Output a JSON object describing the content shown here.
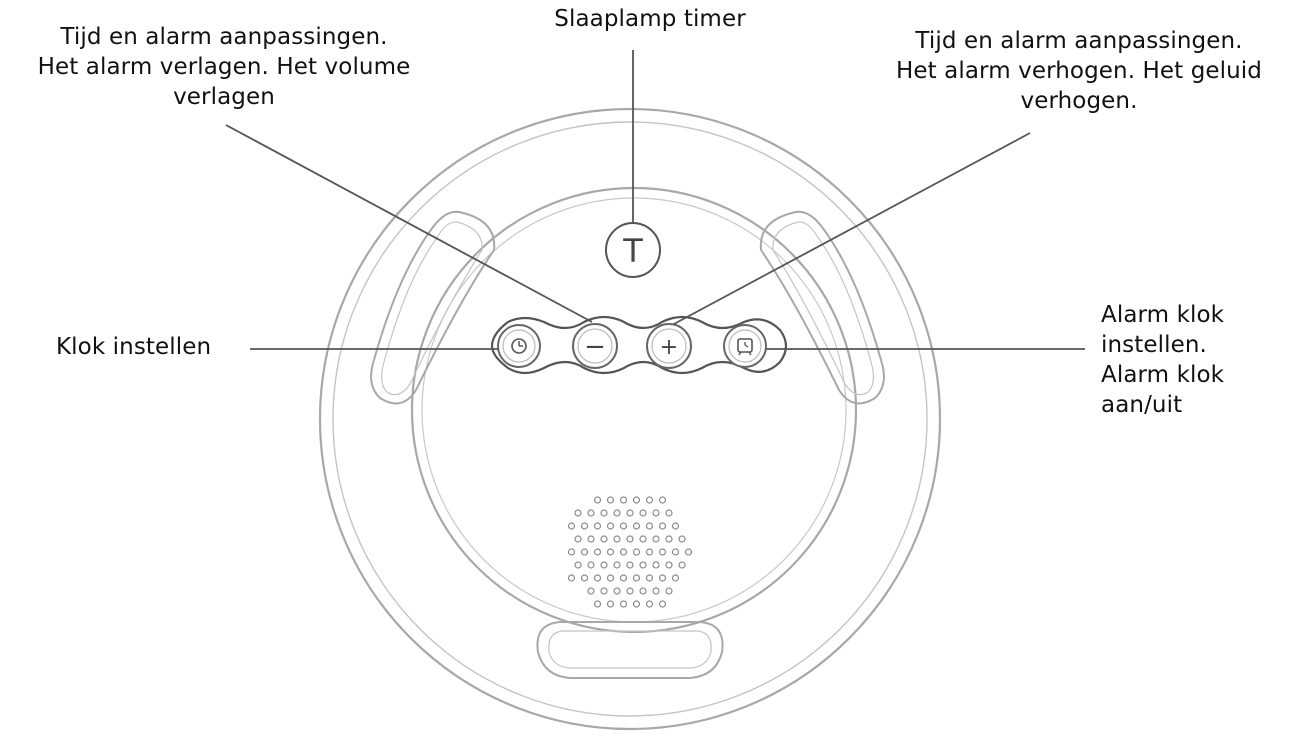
{
  "labels": {
    "top_left": [
      "Tijd en alarm aanpassingen.",
      "Het alarm verlagen. Het volume",
      "verlagen"
    ],
    "top_center": "Slaaplamp timer",
    "top_right": [
      "Tijd en alarm aanpassingen.",
      "Het alarm verhogen. Het geluid",
      "verhogen."
    ],
    "left": "Klok instellen",
    "right": [
      "Alarm klok",
      "instellen.",
      "Alarm klok",
      "aan/uit"
    ]
  },
  "buttons": {
    "timer_glyph": "T",
    "minus_glyph": "−",
    "plus_glyph": "+"
  },
  "icons": {
    "clock": "clock-icon",
    "minus": "minus-icon",
    "plus": "plus-icon",
    "alarm": "alarm-clock-icon",
    "timer": "timer-icon",
    "speaker": "speaker-grille"
  },
  "colors": {
    "line": "#555555",
    "outline": "#a8a8a8",
    "text": "#111111"
  }
}
